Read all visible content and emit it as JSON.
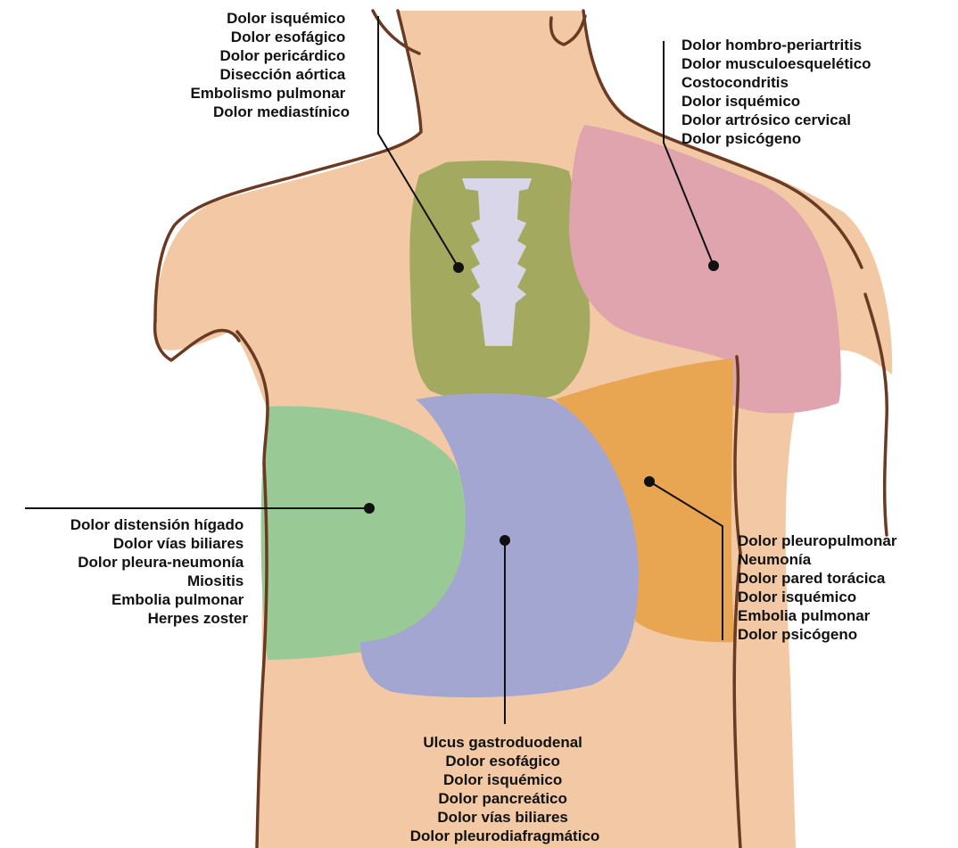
{
  "colors": {
    "skin": "#f2c9a4",
    "outline": "#6a3a22",
    "mediastinum": "#a3aa60",
    "shoulder": "#dfa4ad",
    "left_flank": "#e8a552",
    "right_upper_quadrant": "#99c995",
    "epigastrium": "#a4a6d2",
    "trachea": "#d8d6e8"
  },
  "labels": {
    "mediastinum": [
      "Dolor isquémico",
      "Dolor esofágico",
      "Dolor pericárdico",
      "Disección aórtica",
      "Embolismo pulmonar",
      "Dolor mediastínico"
    ],
    "shoulder": [
      "Dolor hombro-periartritis",
      "Dolor musculoesquelético",
      "Costocondritis",
      "Dolor isquémico",
      "Dolor artrósico cervical",
      "Dolor psicógeno"
    ],
    "right_upper_quadrant": [
      "Dolor distensión hígado",
      "Dolor vías biliares",
      "Dolor pleura-neumonía",
      "Miositis",
      "Embolia pulmonar",
      "Herpes zoster"
    ],
    "left_flank": [
      "Dolor pleuropulmonar",
      "Neumonía",
      "Dolor pared torácica",
      "Dolor isquémico",
      "Embolia pulmonar",
      "Dolor psicógeno"
    ],
    "epigastrium": [
      "Ulcus gastroduodenal",
      "Dolor esofágico",
      "Dolor isquémico",
      "Dolor pancreático",
      "Dolor vías biliares",
      "Dolor pleurodiafragmático"
    ]
  }
}
